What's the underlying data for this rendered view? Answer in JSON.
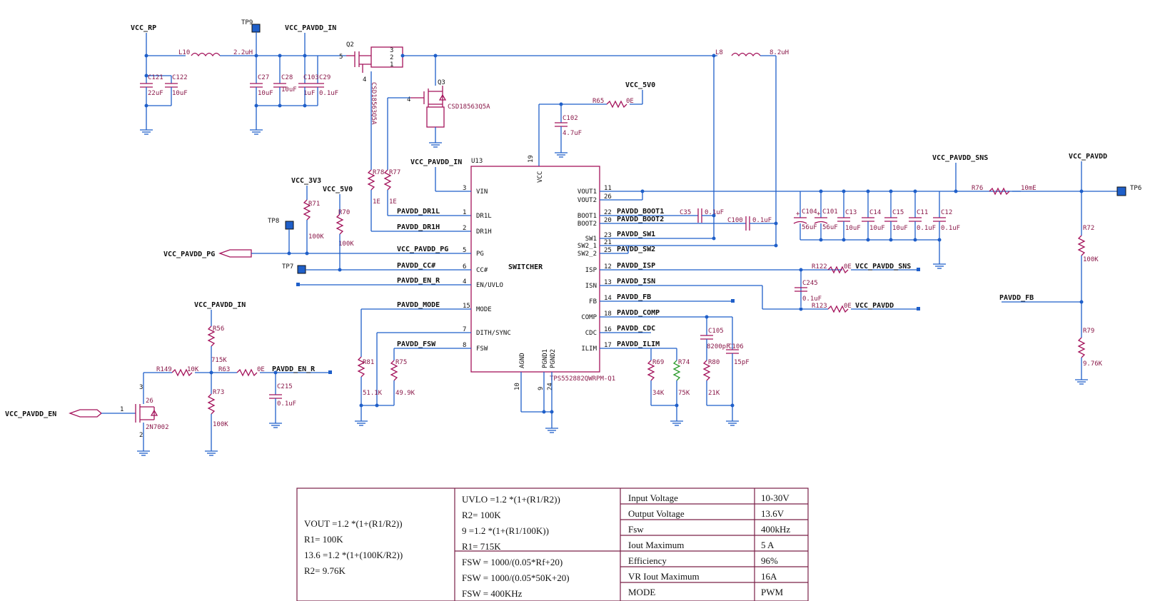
{
  "nets": {
    "vcc_rp": "VCC_RP",
    "vcc_pavdd_in_top": "VCC_PAVDD_IN",
    "vcc_5v0_top": "VCC_5V0",
    "vcc_pavdd_in_u13": "VCC_PAVDD_IN",
    "vcc_3v3": "VCC_3V3",
    "vcc_5v0_left": "VCC_5V0",
    "vcc_pavdd_pg": "VCC_PAVDD_PG",
    "vcc_pavdd_in_low": "VCC_PAVDD_IN",
    "vcc_pavdd_en": "VCC_PAVDD_EN",
    "vcc_pavdd_sns": "VCC_PAVDD_SNS",
    "vcc_pavdd": "VCC_PAVDD",
    "vcc_pavdd_sns_isp": "VCC_PAVDD_SNS",
    "vcc_pavdd_isn": "VCC_PAVDD",
    "pavdd_fb_right": "PAVDD_FB"
  },
  "testpoints": {
    "tp9": "TP9",
    "tp8": "TP8",
    "tp7": "TP7",
    "tp6": "TP6"
  },
  "parts": {
    "l10": "L10",
    "l10_val": "2.2uH",
    "l8": "L8",
    "l8_val": "8.2uH",
    "c121": "C121",
    "c121_val": "22uF",
    "c122": "C122",
    "c122_val": "10uF",
    "c27": "C27",
    "c27_val": "10uF",
    "c28": "C28",
    "c28_val": "10uF",
    "c103": "C103",
    "c103_val": "1uF",
    "c29": "C29",
    "c29_val": "0.1uF",
    "q2": "Q2",
    "q2_part": "CSD18563Q5A",
    "q3": "Q3",
    "q3_part": "CSD18563Q5A",
    "c102": "C102",
    "c102_val": "4.7uF",
    "r65": "R65",
    "r65_val": "0E",
    "r78": "R78",
    "r78_val": "1E",
    "r77": "R77",
    "r77_val": "1E",
    "r71": "R71",
    "r71_val": "100K",
    "r70": "R70",
    "r70_val": "100K",
    "u13": "U13",
    "u13_part": "TPS552882QWRPM-Q1",
    "u13_title": "SWITCHER",
    "c35": "C35",
    "c35_val": "0.1uF",
    "c100": "C100",
    "c100_val": "0.1uF",
    "c104": "C104",
    "c104_val": "56uF",
    "c101": "C101",
    "c101_val": "56uF",
    "c13": "C13",
    "c13_val": "10uF",
    "c14": "C14",
    "c14_val": "10uF",
    "c15": "C15",
    "c15_val": "10uF",
    "c11": "C11",
    "c11_val": "0.1uF",
    "c12": "C12",
    "c12_val": "0.1uF",
    "r76": "R76",
    "r76_val": "10mE",
    "r72": "R72",
    "r72_val": "100K",
    "r79": "R79",
    "r79_val": "9.76K",
    "r122": "R122",
    "r122_val": "0E",
    "r123": "R123",
    "r123_val": "0E",
    "c245": "C245",
    "c245_val": "0.1uF",
    "r56": "R56",
    "r56_val": "715K",
    "r73": "R73",
    "r73_val": "100K",
    "r149": "R149",
    "r149_val": "10K",
    "r63": "R63",
    "r63_val": "0E",
    "c215": "C215",
    "c215_val": "0.1uF",
    "q26": "26",
    "q26_part": "2N7002",
    "r81": "R81",
    "r81_val": "51.1K",
    "r75": "R75",
    "r75_val": "49.9K",
    "r69": "R69",
    "r69_val": "34K",
    "r74": "R74",
    "r74_val": "75K",
    "r80": "R80",
    "r80_val": "21K",
    "c105": "C105",
    "c105_val": "8200pF",
    "c106": "C106",
    "c106_val": "15pF"
  },
  "pins_left": [
    {
      "num": "3",
      "name": "VIN",
      "net": "VCC_PAVDD_IN"
    },
    {
      "num": "1",
      "name": "DR1L",
      "net": "PAVDD_DR1L"
    },
    {
      "num": "2",
      "name": "DR1H",
      "net": "PAVDD_DR1H"
    },
    {
      "num": "5",
      "name": "PG",
      "net": "VCC_PAVDD_PG"
    },
    {
      "num": "6",
      "name": "CC#",
      "net": "PAVDD_CC#"
    },
    {
      "num": "4",
      "name": "EN/UVLO",
      "net": "PAVDD_EN_R"
    },
    {
      "num": "15",
      "name": "MODE",
      "net": "PAVDD_MODE"
    },
    {
      "num": "7",
      "name": "DITH/SYNC",
      "net": ""
    },
    {
      "num": "8",
      "name": "FSW",
      "net": "PAVDD_FSW"
    }
  ],
  "pins_right": [
    {
      "num": "11",
      "name": "VOUT1",
      "net": ""
    },
    {
      "num": "26",
      "name": "VOUT2",
      "net": ""
    },
    {
      "num": "22",
      "name": "BOOT1",
      "net": "PAVDD_BOOT1"
    },
    {
      "num": "20",
      "name": "BOOT2",
      "net": "PAVDD_BOOT2"
    },
    {
      "num": "23",
      "name": "SW1",
      "net": "PAVDD_SW1"
    },
    {
      "num": "21",
      "name": "SW2_1",
      "net": ""
    },
    {
      "num": "25",
      "name": "SW2_2",
      "net": "PAVDD_SW2"
    },
    {
      "num": "12",
      "name": "ISP",
      "net": "PAVDD_ISP"
    },
    {
      "num": "13",
      "name": "ISN",
      "net": "PAVDD_ISN"
    },
    {
      "num": "14",
      "name": "FB",
      "net": "PAVDD_FB"
    },
    {
      "num": "18",
      "name": "COMP",
      "net": "PAVDD_COMP"
    },
    {
      "num": "16",
      "name": "CDC",
      "net": "PAVDD_CDC"
    },
    {
      "num": "17",
      "name": "ILIM",
      "net": "PAVDD_ILIM"
    }
  ],
  "pins_other": {
    "vcc_num": "19",
    "vcc_name": "VCC",
    "agnd_num": "10",
    "agnd_name": "AGND",
    "pgnd1_num": "9",
    "pgnd1_name": "PGND1",
    "pgnd2_num": "24",
    "pgnd2_name": "PGND2"
  },
  "q_pins": {
    "q2_g": "5",
    "q2_d": "4",
    "q2_s1": "3",
    "q2_s2": "2",
    "q2_s3": "1",
    "q3_g": "4",
    "q26_g": "1",
    "q26_d": "3",
    "q26_s": "2"
  },
  "table": {
    "col1": [
      "VOUT =1.2 *(1+(R1/R2))",
      "R1= 100K",
      "13.6 =1.2 *(1+(100K/R2))",
      "R2= 9.76K"
    ],
    "col2_top": [
      "UVLO =1.2 *(1+(R1/R2))",
      "R2= 100K",
      "9 =1.2 *(1+(R1/100K))",
      "R1= 715K"
    ],
    "col2_bottom": [
      "FSW = 1000/(0.05*Rf+20)",
      "FSW = 1000/(0.05*50K+20)",
      "FSW = 400KHz"
    ],
    "specs": [
      {
        "param": "Input Voltage",
        "value": "10-30V"
      },
      {
        "param": "Output Voltage",
        "value": "13.6V"
      },
      {
        "param": "Fsw",
        "value": "400kHz"
      },
      {
        "param": "Iout Maximum",
        "value": "5 A"
      },
      {
        "param": "Efficiency",
        "value": "96%"
      },
      {
        "param": "VR Iout Maximum",
        "value": "16A"
      },
      {
        "param": "MODE",
        "value": "PWM"
      }
    ]
  }
}
